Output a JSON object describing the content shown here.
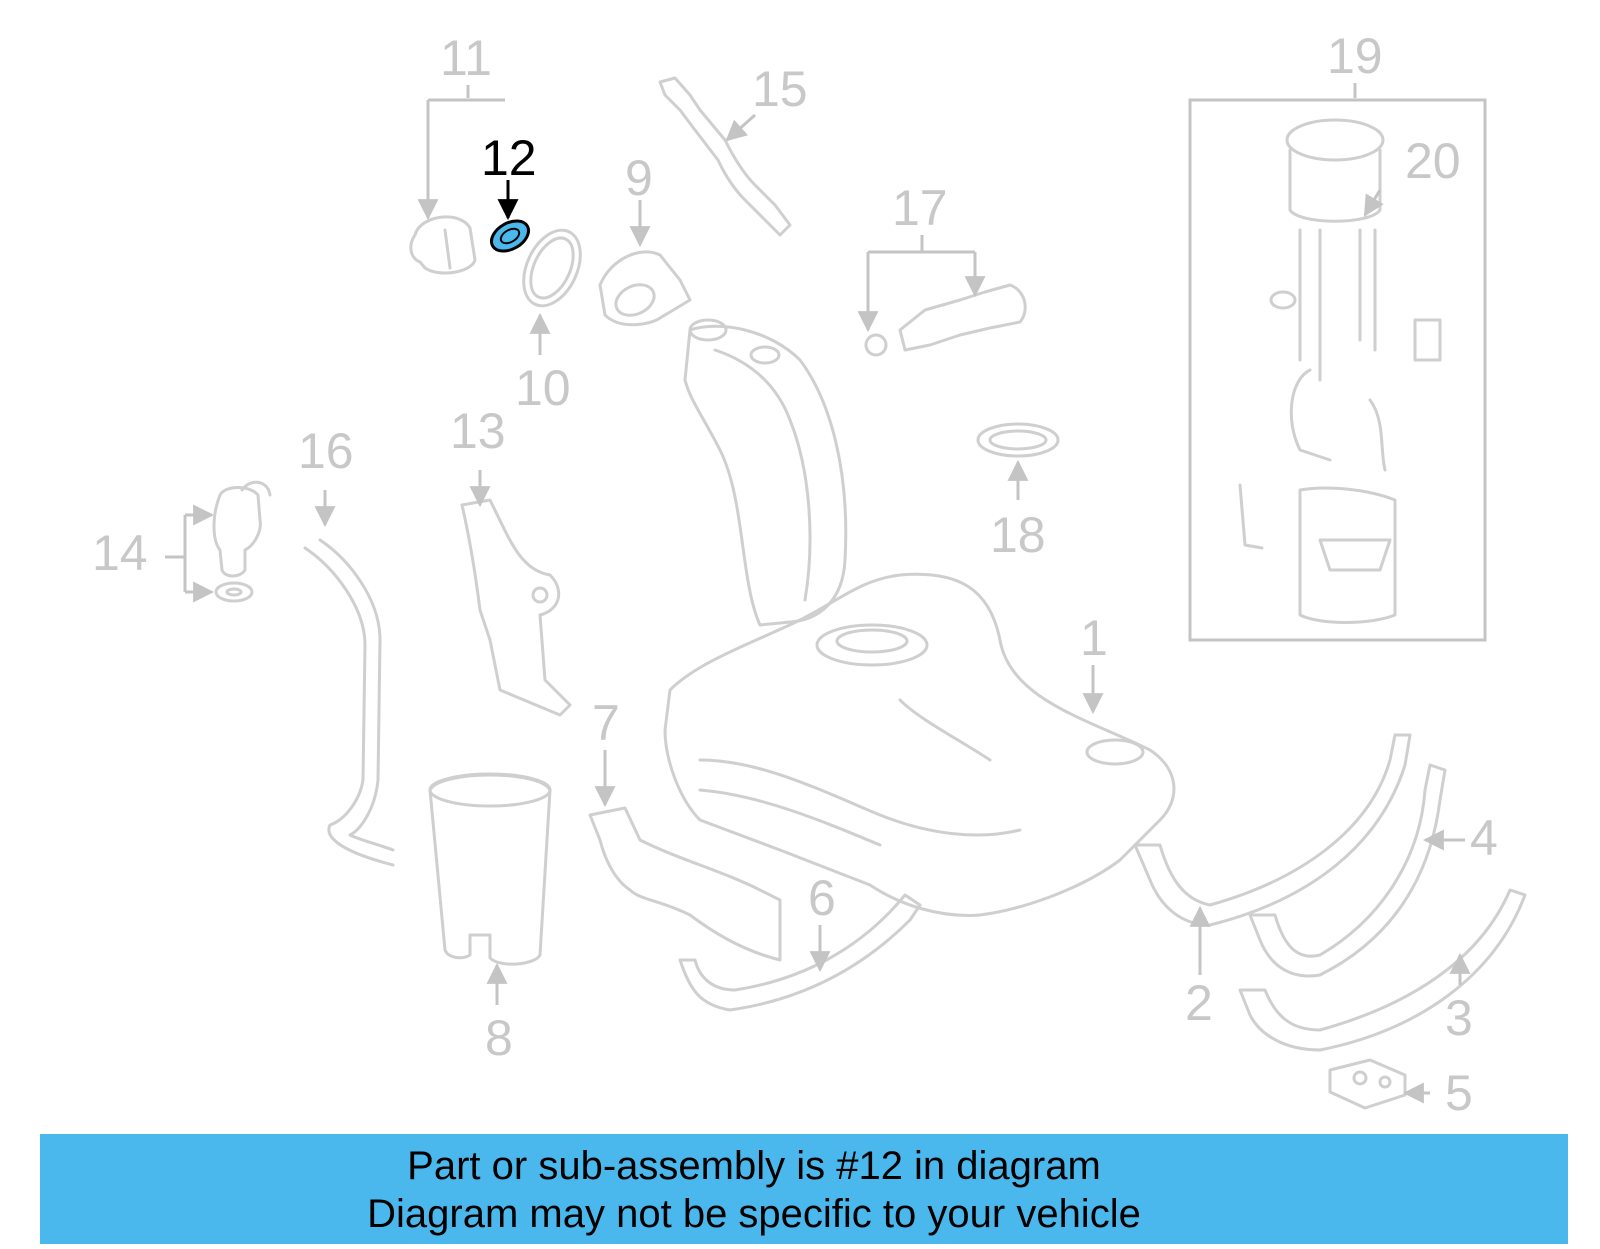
{
  "diagram": {
    "highlight_color": "#4ab8ec",
    "highlighted_callout": "12",
    "callouts": {
      "c1": "1",
      "c2": "2",
      "c3": "3",
      "c4": "4",
      "c5": "5",
      "c6": "6",
      "c7": "7",
      "c8": "8",
      "c9": "9",
      "c10": "10",
      "c11": "11",
      "c12": "12",
      "c13": "13",
      "c14": "14",
      "c15": "15",
      "c16": "16",
      "c17": "17",
      "c18": "18",
      "c19": "19",
      "c20": "20"
    }
  },
  "caption": {
    "line1": "Part or sub-assembly is #12 in diagram",
    "line2": "Diagram may not be specific to your vehicle",
    "background": "#4ab8ec"
  }
}
